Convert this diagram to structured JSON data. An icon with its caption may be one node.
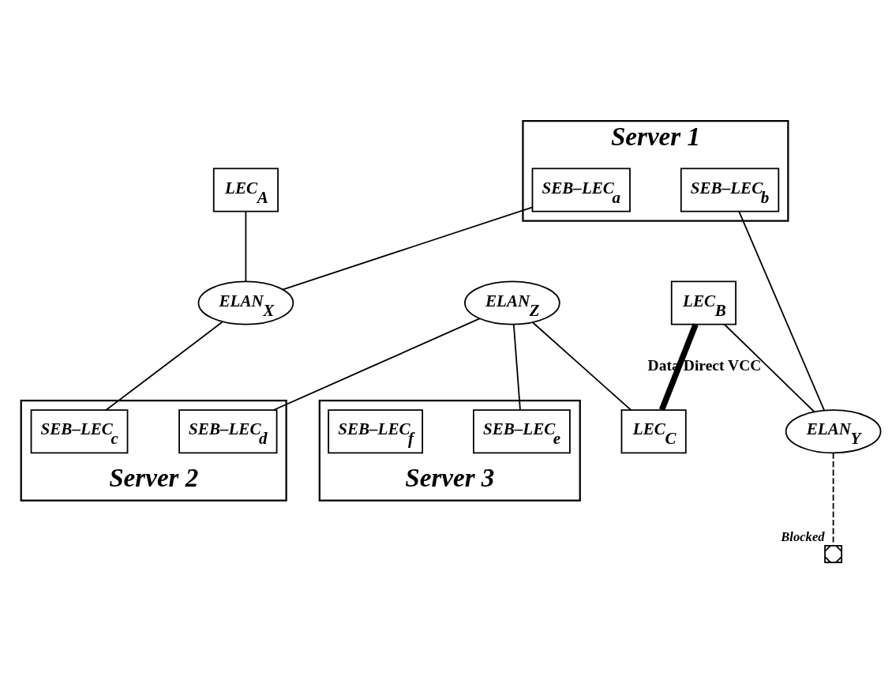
{
  "diagram": {
    "nodes": [
      {
        "text": [
          "Server 1"
        ]
      },
      {
        "text": [
          "SEB–LEC$_{a}$"
        ],
        "in": 0
      },
      {
        "text": [
          "SEB–LEC$_{b}$"
        ],
        "in": 0
      },
      {
        "text": [
          "LEC$_{A}$"
        ]
      },
      {
        "text": [
          "ELAN$_{X}$"
        ]
      },
      {
        "text": [
          "LEC$_{B}$"
        ]
      },
      {
        "text": [
          "ELAN$_{Y}$"
        ]
      },
      {
        "text": [
          "ELAN$_{Z}$"
        ]
      },
      {
        "text": [
          "Server 2"
        ]
      },
      {
        "text": [
          "SEB–LEC$_{c}$"
        ],
        "in": 8
      },
      {
        "text": [
          "SEB–LEC$_{d}$"
        ],
        "in": 8
      },
      {
        "text": [
          "LEC$_{C}$"
        ]
      },
      {
        "text": [
          "Server 3"
        ]
      },
      {
        "text": [
          "SEB–LEC$_{e}$"
        ],
        "in": 12
      },
      {
        "text": [
          "SEB–LEC$_{f}$"
        ],
        "in": 12
      },
      {
        "text": [],
        "shape": "box",
        "beside": [
          "Blocked"
        ]
      }
    ],
    "edges": [
      {
        "from": 1,
        "to": 4,
        "arrow": "none"
      },
      {
        "from": 2,
        "to": 6,
        "arrow": "none"
      },
      {
        "from": 3,
        "to": 4,
        "arrow": "none"
      },
      {
        "from": 5,
        "to": 6,
        "arrow": "none"
      },
      {
        "from": 4,
        "to": 9,
        "arrow": "none"
      },
      {
        "from": 7,
        "to": 10,
        "arrow": "none"
      },
      {
        "from": 7,
        "to": 11,
        "arrow": "none"
      },
      {
        "from": 7,
        "to": 13,
        "arrow": "none"
      },
      {
        "from": 6,
        "to": 15,
        "arrow": "none",
        "style": "dashed"
      },
      {
        "from": 5,
        "to": 11,
        "arrow": "none",
        "style": "thick",
        "label": "Data Direct VCC"
      }
    ]
  }
}
